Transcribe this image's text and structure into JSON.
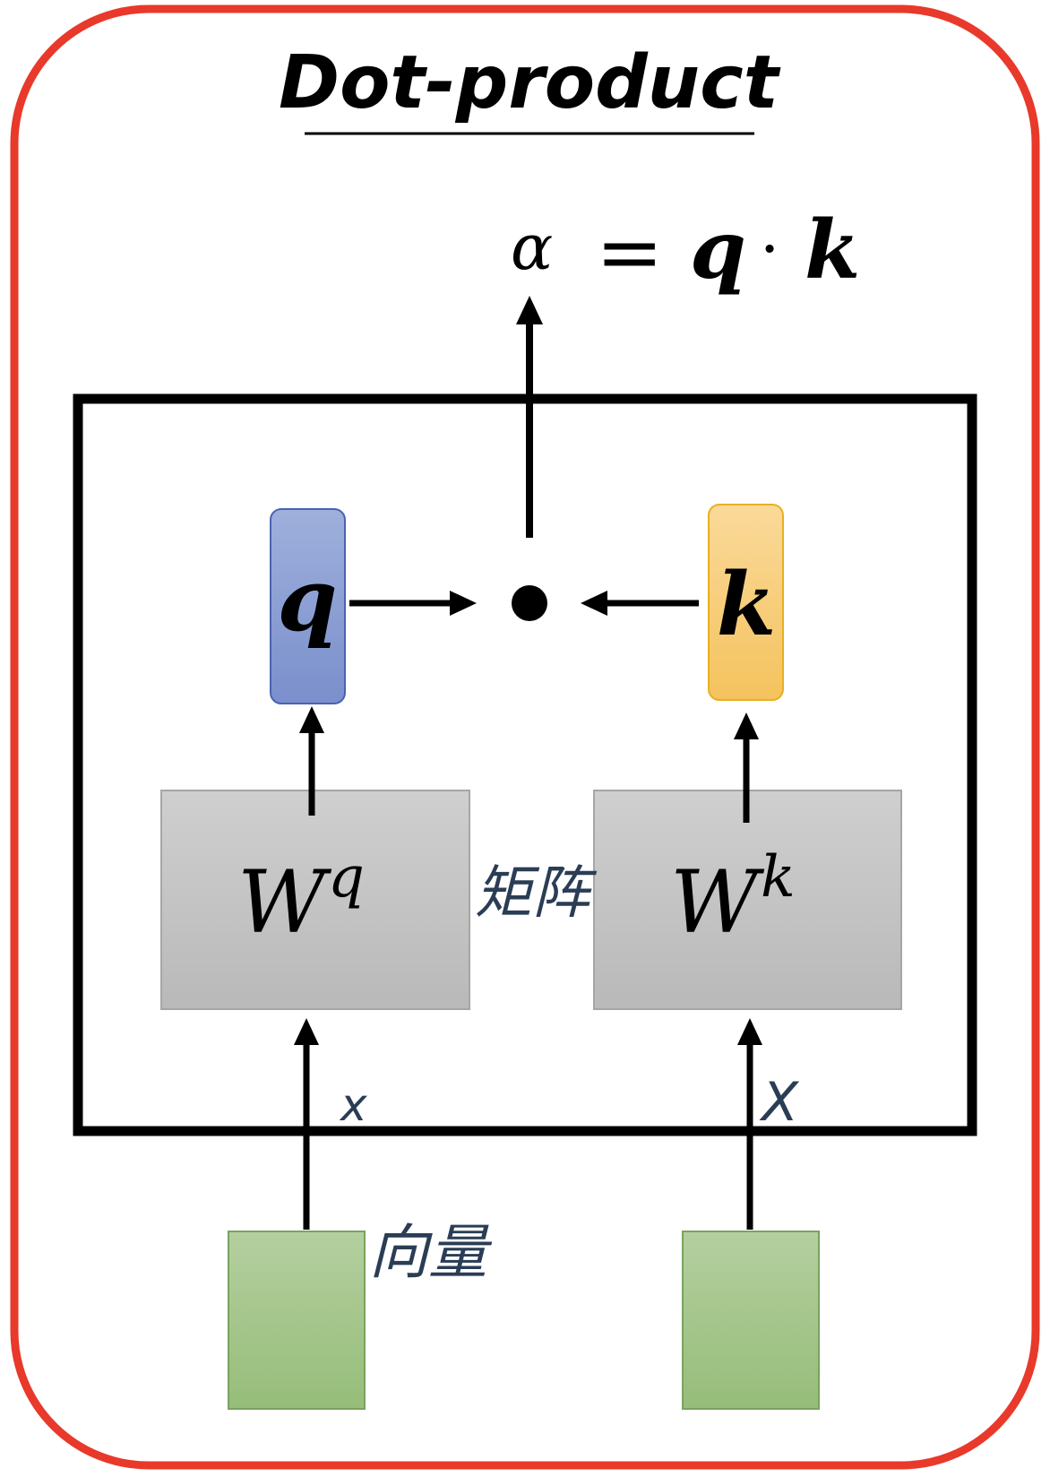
{
  "title": "Dot-product",
  "formula": {
    "lhs": "α",
    "equals": "=",
    "q": "q",
    "dot": "·",
    "k": "k"
  },
  "nodes": {
    "query_vector": "q",
    "key_vector": "k",
    "matrix_q": {
      "base": "W",
      "sup": "q"
    },
    "matrix_k": {
      "base": "W",
      "sup": "k"
    }
  },
  "annotations": {
    "matrix_note": "矩阵",
    "vector_note": "向量",
    "input_left": "x",
    "input_right": "X"
  },
  "colors": {
    "outer_border": "#e8392a",
    "query_fill": "#8a9fd6",
    "query_border": "#4a63b0",
    "key_fill": "#f7c96a",
    "key_border": "#e8b020",
    "matrix_fill": "#c4c4c4",
    "matrix_border": "#a6a6a6",
    "input_fill": "#a8c98e",
    "input_border": "#7aa35e",
    "handwriting": "#2a3d55"
  }
}
